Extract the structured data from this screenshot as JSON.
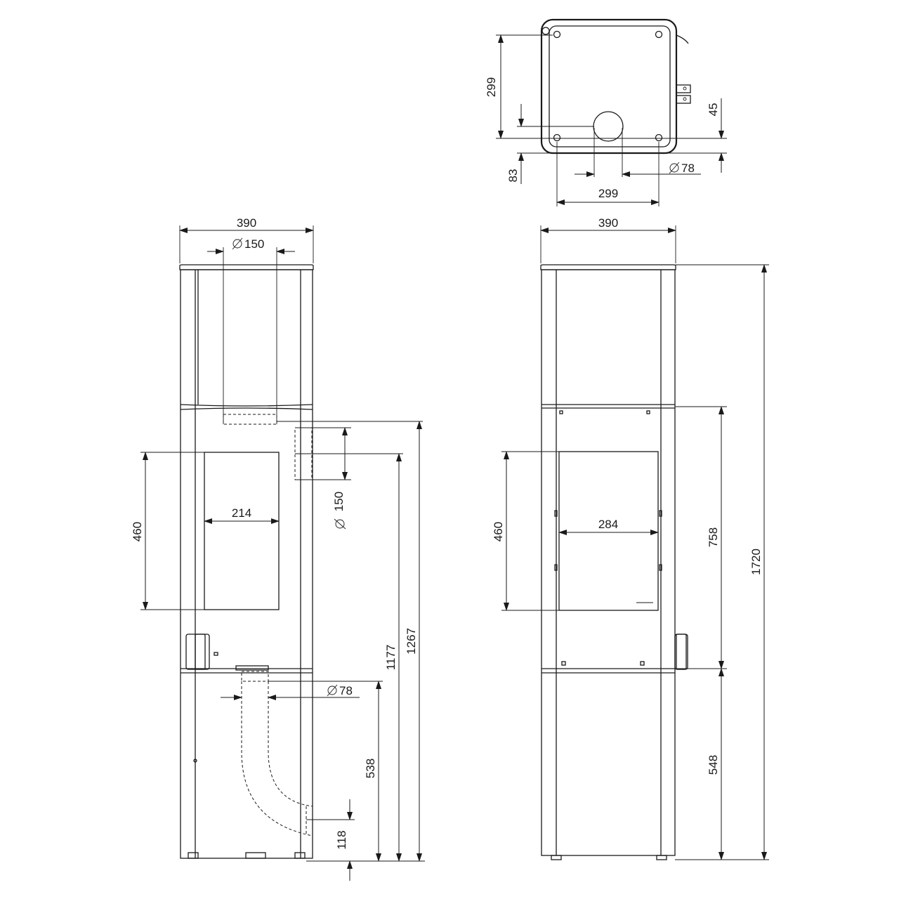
{
  "top_view": {
    "dim_left_299": "299",
    "dim_left_83": "83",
    "dim_right_45": "45",
    "dim_flue_diameter": "78",
    "dim_bottom_299": "299"
  },
  "front_view": {
    "width_390": "390",
    "top_flue_diameter": "150",
    "window_height_460": "460",
    "window_width_214": "214",
    "rear_flue_diameter": "150",
    "bottom_flue_diameter": "78",
    "height_538": "538",
    "height_1177": "1177",
    "height_1267": "1267",
    "height_118": "118"
  },
  "side_view": {
    "width_390": "390",
    "window_height_460": "460",
    "window_width_284": "284",
    "height_758": "758",
    "height_548": "548",
    "height_1720": "1720"
  }
}
